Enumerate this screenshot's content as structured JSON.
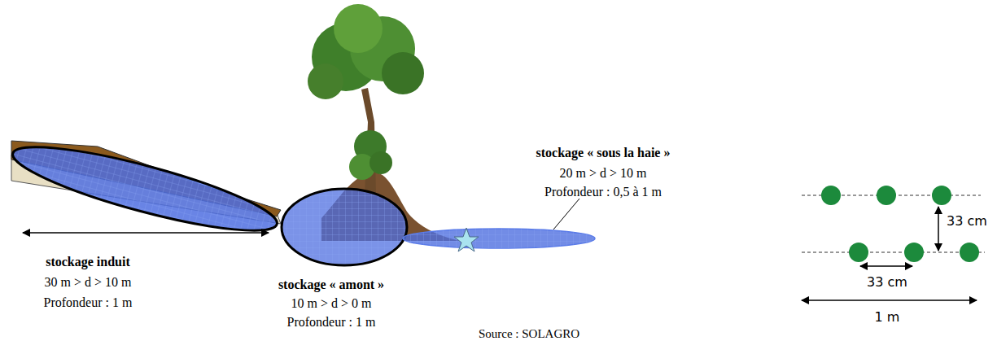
{
  "diagram": {
    "labels": [
      "stockage « sous la haie »",
      "20 m > d > 10 m",
      "Profondeur : 0,5 à 1 m",
      "stockage induit",
      "30 m > d > 10 m",
      "Profondeur : 1 m",
      "stockage « amont »",
      "10 m > d > 0 m",
      "Profondeur : 1 m",
      "Source : SOLAGRO",
      "33 cm",
      "33 cm",
      "1 m"
    ]
  }
}
